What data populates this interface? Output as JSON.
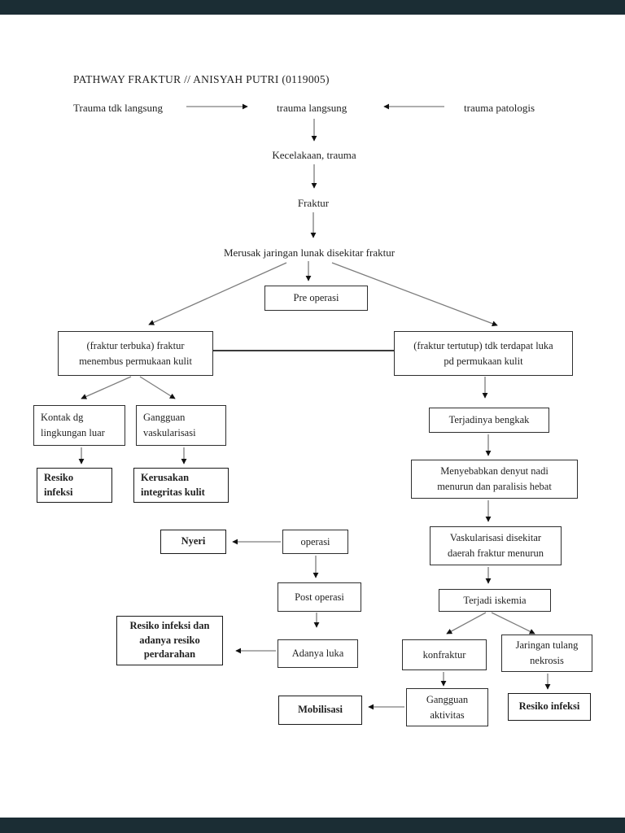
{
  "document": {
    "title": "PATHWAY FRAKTUR // ANISYAH PUTRI (0119005)"
  },
  "colors": {
    "page_background": "#ffffff",
    "viewer_bar": "#1b2d34",
    "text": "#1f1f1f",
    "box_border": "#2e2e2e",
    "arrow_shaft": "#7d7d7d",
    "arrow_head": "#111111"
  },
  "nodes": {
    "trauma_tdk_langsung": {
      "label": "Trauma tdk langsung",
      "boxed": false
    },
    "trauma_langsung": {
      "label": "trauma langsung",
      "boxed": false
    },
    "trauma_patologis": {
      "label": "trauma patologis",
      "boxed": false
    },
    "kecelakaan_trauma": {
      "label": "Kecelakaan, trauma",
      "boxed": false
    },
    "fraktur": {
      "label": "Fraktur",
      "boxed": false
    },
    "merusak_jaringan": {
      "label": "Merusak jaringan lunak disekitar fraktur",
      "boxed": false
    },
    "pre_operasi": {
      "label": "Pre operasi",
      "boxed": true
    },
    "fraktur_terbuka": {
      "label": "(fraktur terbuka) fraktur\nmenembus permukaan kulit",
      "boxed": true
    },
    "fraktur_tertutup": {
      "label": "(fraktur tertutup) tdk terdapat luka\npd permukaan kulit",
      "boxed": true
    },
    "kontak_lingkungan": {
      "label": "Kontak dg\nlingkungan luar",
      "boxed": true
    },
    "gangguan_vaskularisasi": {
      "label": "Gangguan\nvaskularisasi",
      "boxed": true
    },
    "resiko_infeksi_kiri": {
      "label": "Resiko\ninfeksi",
      "boxed": true,
      "bold": true
    },
    "kerusakan_integritas": {
      "label": "Kerusakan\nintegritas kulit",
      "boxed": true,
      "bold": true
    },
    "nyeri": {
      "label": "Nyeri",
      "boxed": true,
      "bold": true
    },
    "operasi": {
      "label": "operasi",
      "boxed": true
    },
    "post_operasi": {
      "label": "Post operasi",
      "boxed": true
    },
    "adanya_luka": {
      "label": "Adanya luka",
      "boxed": true
    },
    "resiko_perdarahan": {
      "label": "Resiko infeksi dan\nadanya resiko\nperdarahan",
      "boxed": true,
      "bold": true
    },
    "mobilisasi": {
      "label": "Mobilisasi",
      "boxed": true,
      "bold": true
    },
    "terjadinya_bengkak": {
      "label": "Terjadinya bengkak",
      "boxed": true
    },
    "menyebabkan_denyut": {
      "label": "Menyebabkan denyut nadi\nmenurun dan paralisis hebat",
      "boxed": true
    },
    "vaskularisasi_menurun": {
      "label": "Vaskularisasi disekitar\ndaerah fraktur menurun",
      "boxed": true
    },
    "terjadi_iskemia": {
      "label": "Terjadi iskemia",
      "boxed": true
    },
    "konfraktur": {
      "label": "konfraktur",
      "boxed": true
    },
    "jaringan_tulang_nekrosis": {
      "label": "Jaringan tulang\nnekrosis",
      "boxed": true
    },
    "gangguan_aktivitas": {
      "label": "Gangguan\naktivitas",
      "boxed": true
    },
    "resiko_infeksi_kanan": {
      "label": "Resiko infeksi",
      "boxed": true,
      "bold": true
    }
  },
  "edges": [
    {
      "from": "trauma_tdk_langsung",
      "to": "trauma_langsung",
      "type": "arrow"
    },
    {
      "from": "trauma_patologis",
      "to": "trauma_langsung",
      "type": "arrow"
    },
    {
      "from": "trauma_langsung",
      "to": "kecelakaan_trauma",
      "type": "arrow"
    },
    {
      "from": "kecelakaan_trauma",
      "to": "fraktur",
      "type": "arrow"
    },
    {
      "from": "fraktur",
      "to": "merusak_jaringan",
      "type": "arrow"
    },
    {
      "from": "merusak_jaringan",
      "to": "pre_operasi",
      "type": "arrow"
    },
    {
      "from": "merusak_jaringan",
      "to": "fraktur_terbuka",
      "type": "arrow"
    },
    {
      "from": "merusak_jaringan",
      "to": "fraktur_tertutup",
      "type": "arrow"
    },
    {
      "from": "fraktur_terbuka",
      "to": "fraktur_tertutup",
      "type": "line"
    },
    {
      "from": "fraktur_terbuka",
      "to": "kontak_lingkungan",
      "type": "arrow"
    },
    {
      "from": "fraktur_terbuka",
      "to": "gangguan_vaskularisasi",
      "type": "arrow"
    },
    {
      "from": "kontak_lingkungan",
      "to": "resiko_infeksi_kiri",
      "type": "arrow"
    },
    {
      "from": "gangguan_vaskularisasi",
      "to": "kerusakan_integritas",
      "type": "arrow"
    },
    {
      "from": "fraktur_tertutup",
      "to": "terjadinya_bengkak",
      "type": "arrow"
    },
    {
      "from": "terjadinya_bengkak",
      "to": "menyebabkan_denyut",
      "type": "arrow"
    },
    {
      "from": "menyebabkan_denyut",
      "to": "vaskularisasi_menurun",
      "type": "arrow"
    },
    {
      "from": "vaskularisasi_menurun",
      "to": "terjadi_iskemia",
      "type": "arrow"
    },
    {
      "from": "terjadi_iskemia",
      "to": "konfraktur",
      "type": "arrow"
    },
    {
      "from": "terjadi_iskemia",
      "to": "jaringan_tulang_nekrosis",
      "type": "arrow"
    },
    {
      "from": "konfraktur",
      "to": "gangguan_aktivitas",
      "type": "arrow"
    },
    {
      "from": "jaringan_tulang_nekrosis",
      "to": "resiko_infeksi_kanan",
      "type": "arrow"
    },
    {
      "from": "operasi",
      "to": "nyeri",
      "type": "arrow"
    },
    {
      "from": "operasi",
      "to": "post_operasi",
      "type": "arrow"
    },
    {
      "from": "post_operasi",
      "to": "adanya_luka",
      "type": "arrow"
    },
    {
      "from": "adanya_luka",
      "to": "resiko_perdarahan",
      "type": "arrow"
    },
    {
      "from": "gangguan_aktivitas",
      "to": "mobilisasi",
      "type": "arrow"
    }
  ]
}
